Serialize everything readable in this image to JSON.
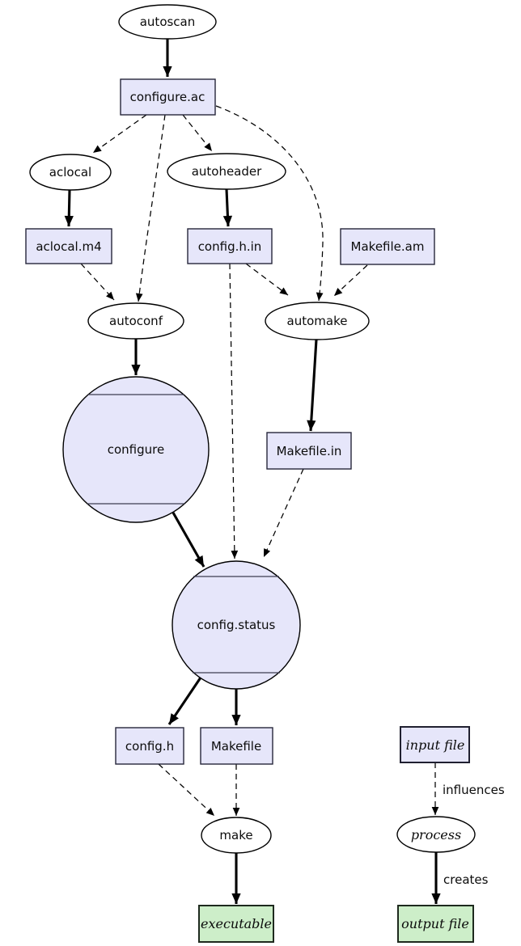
{
  "diagram_kind": "autotools-build-flow",
  "nodes": {
    "autoscan": "autoscan",
    "configure_ac": "configure.ac",
    "aclocal": "aclocal",
    "autoheader": "autoheader",
    "aclocal_m4": "aclocal.m4",
    "config_h_in": "config.h.in",
    "makefile_am": "Makefile.am",
    "autoconf": "autoconf",
    "automake": "automake",
    "configure": "configure",
    "makefile_in": "Makefile.in",
    "config_status": "config.status",
    "config_h": "config.h",
    "makefile": "Makefile",
    "make": "make",
    "executable": "executable",
    "input_file": "input file",
    "process": "process",
    "output_file": "output file"
  },
  "edge_labels": {
    "influences": "influences",
    "creates": "creates"
  },
  "edges": [
    {
      "from": "autoscan",
      "to": "configure.ac",
      "style": "creates"
    },
    {
      "from": "configure.ac",
      "to": "aclocal",
      "style": "influences"
    },
    {
      "from": "configure.ac",
      "to": "autoheader",
      "style": "influences"
    },
    {
      "from": "configure.ac",
      "to": "autoconf",
      "style": "influences"
    },
    {
      "from": "configure.ac",
      "to": "automake",
      "style": "influences"
    },
    {
      "from": "aclocal",
      "to": "aclocal.m4",
      "style": "creates"
    },
    {
      "from": "autoheader",
      "to": "config.h.in",
      "style": "creates"
    },
    {
      "from": "aclocal.m4",
      "to": "autoconf",
      "style": "influences"
    },
    {
      "from": "config.h.in",
      "to": "automake",
      "style": "influences"
    },
    {
      "from": "Makefile.am",
      "to": "automake",
      "style": "influences"
    },
    {
      "from": "autoconf",
      "to": "configure",
      "style": "creates"
    },
    {
      "from": "automake",
      "to": "Makefile.in",
      "style": "creates"
    },
    {
      "from": "config.h.in",
      "to": "config.status",
      "style": "influences"
    },
    {
      "from": "configure",
      "to": "config.status",
      "style": "creates"
    },
    {
      "from": "Makefile.in",
      "to": "config.status",
      "style": "influences"
    },
    {
      "from": "config.status",
      "to": "config.h",
      "style": "creates"
    },
    {
      "from": "config.status",
      "to": "Makefile",
      "style": "creates"
    },
    {
      "from": "config.h",
      "to": "make",
      "style": "influences"
    },
    {
      "from": "Makefile",
      "to": "make",
      "style": "influences"
    },
    {
      "from": "make",
      "to": "executable",
      "style": "creates"
    },
    {
      "from": "input file",
      "to": "process",
      "style": "influences",
      "label": "influences"
    },
    {
      "from": "process",
      "to": "output file",
      "style": "creates",
      "label": "creates"
    }
  ],
  "colors": {
    "file_fill": "#e6e6fa",
    "output_fill": "#cdeec9",
    "edge_stroke": "#000000",
    "background": "#ffffff"
  }
}
